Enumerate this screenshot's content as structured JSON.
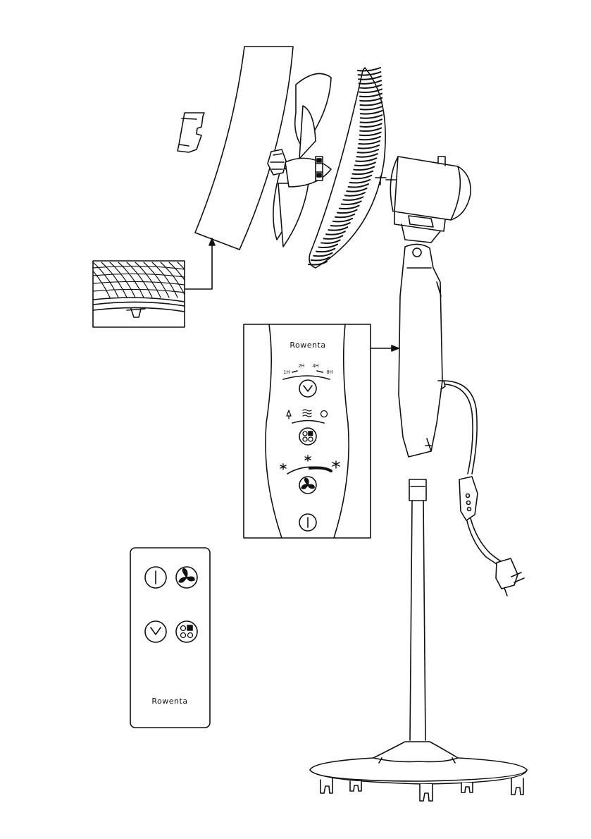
{
  "brand": "Rowenta",
  "control_panel": {
    "timer_labels": [
      "1H",
      "2H",
      "4H",
      "8H"
    ]
  },
  "remote": {
    "brand": "Rowenta"
  }
}
